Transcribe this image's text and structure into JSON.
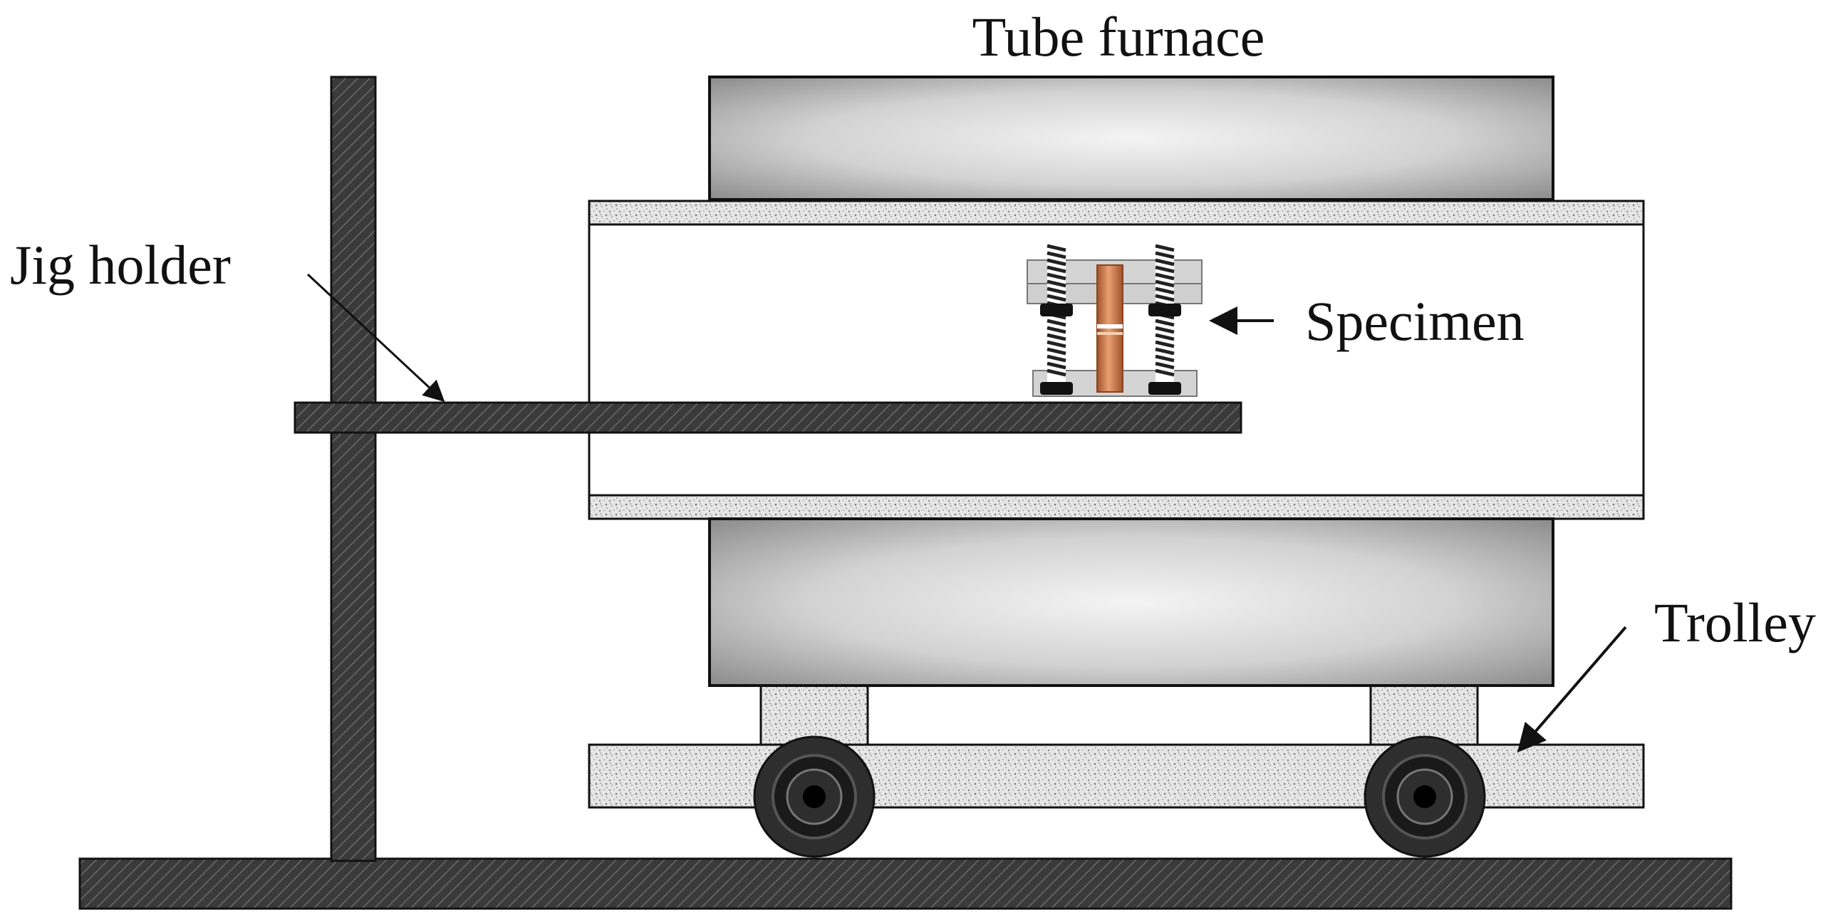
{
  "labels": {
    "tube_furnace": "Tube furnace",
    "jig_holder": "Jig holder",
    "specimen": "Specimen",
    "trolley": "Trolley"
  },
  "colors": {
    "structure": "#3a3a3a",
    "outline": "#111111",
    "insulation": "#d9d9d9",
    "furnace_light": "#f4f4f4",
    "furnace_dark": "#8c8c8c",
    "specimen": "#c9733d",
    "plate": "#cfcfcf"
  }
}
